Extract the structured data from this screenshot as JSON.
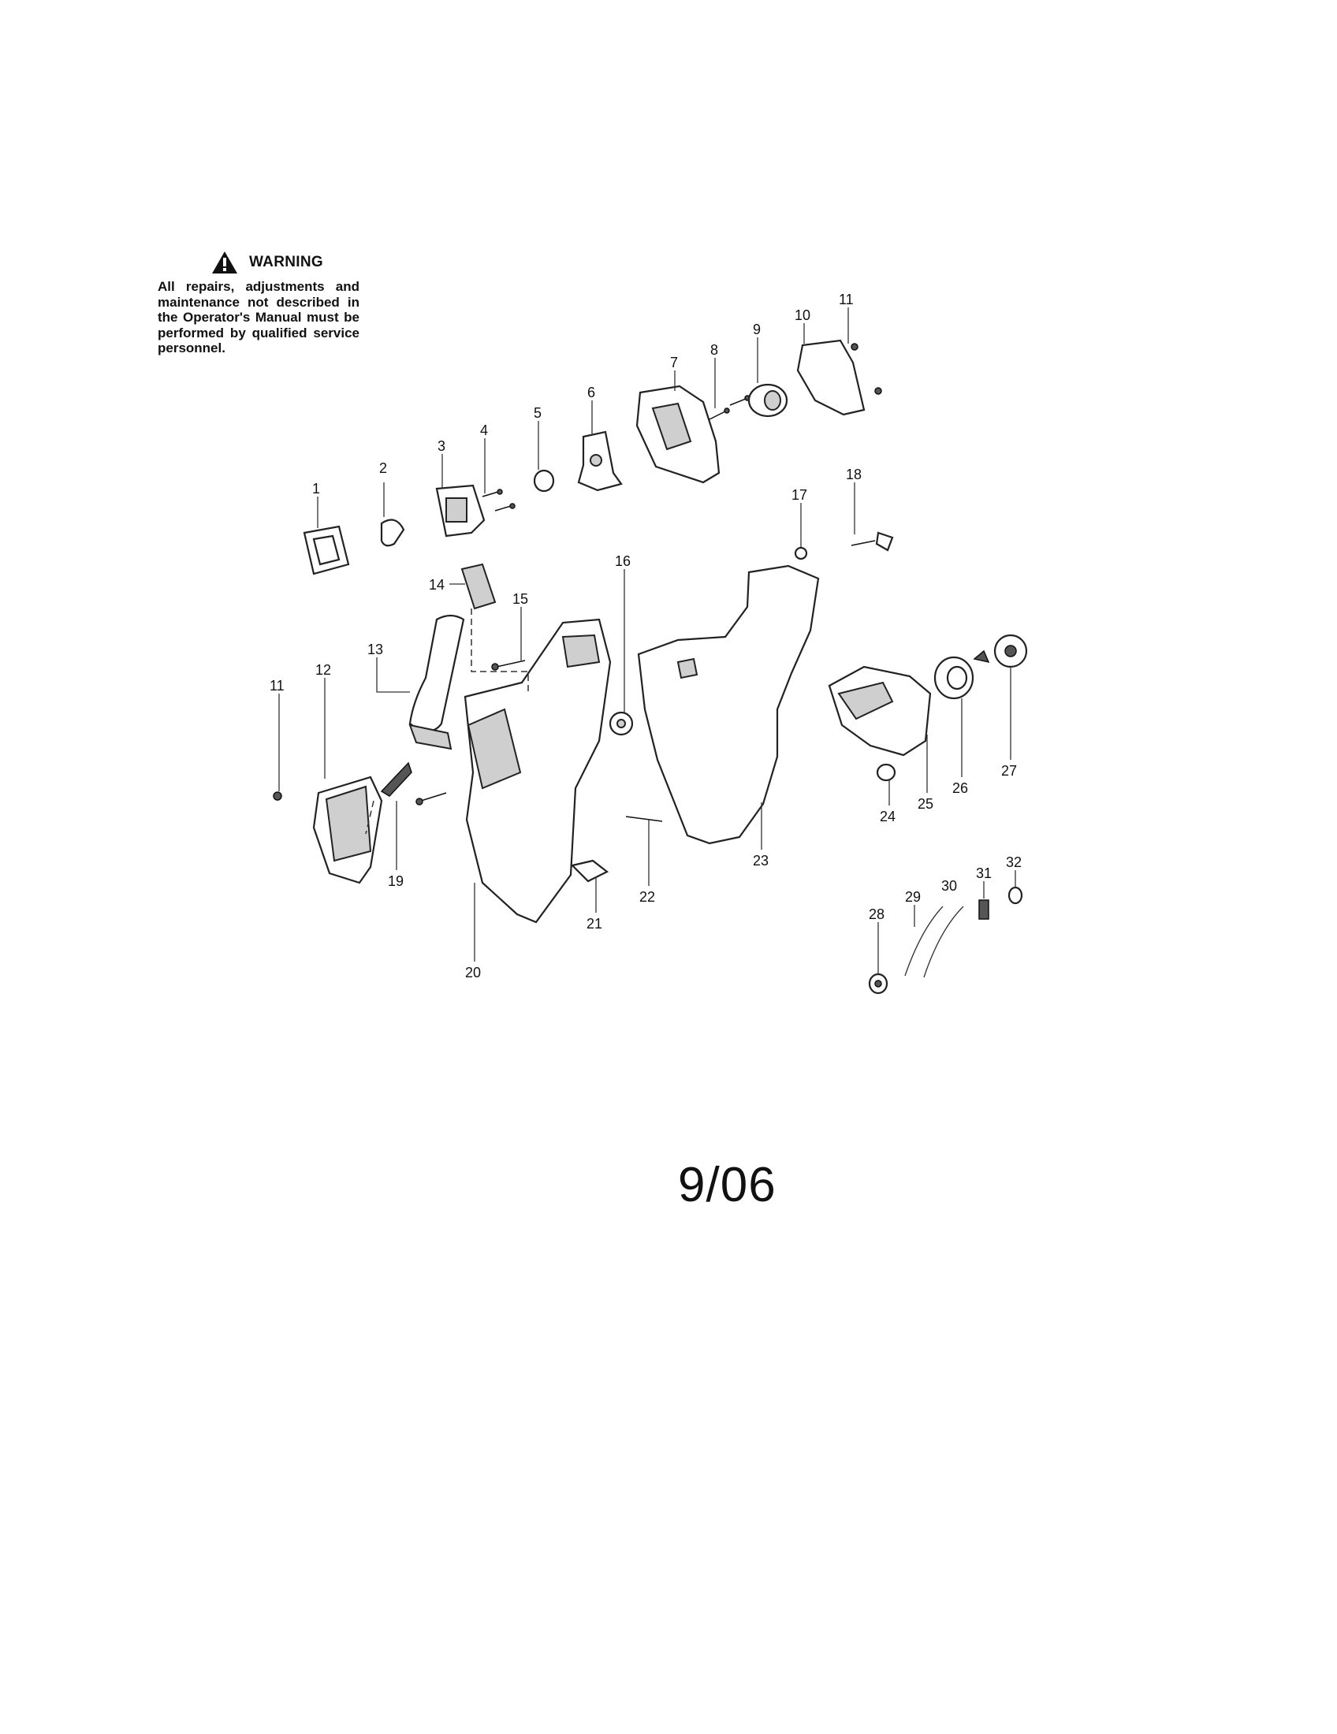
{
  "warning": {
    "title": "WARNING",
    "text": "All repairs, adjustments and maintenance not described in the Operator's Manual must be performed by qualified service personnel."
  },
  "callouts": [
    "1",
    "2",
    "3",
    "4",
    "5",
    "6",
    "7",
    "8",
    "9",
    "10",
    "11",
    "11",
    "12",
    "13",
    "14",
    "15",
    "16",
    "17",
    "18",
    "19",
    "20",
    "21",
    "22",
    "23",
    "24",
    "25",
    "26",
    "27",
    "28",
    "29",
    "30",
    "31",
    "32"
  ],
  "date_stamp": "9/06"
}
